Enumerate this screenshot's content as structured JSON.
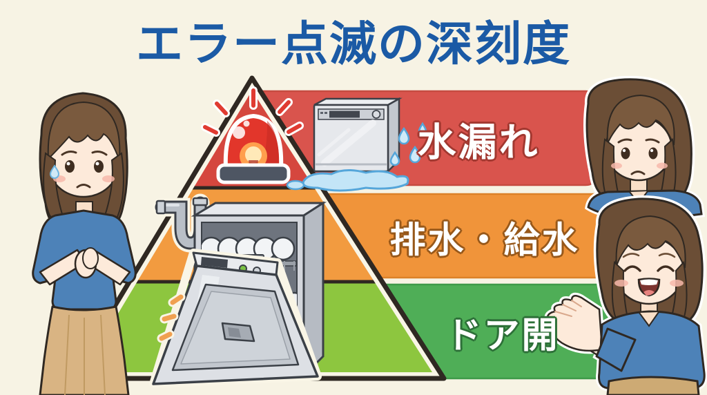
{
  "title": "エラー点滅の深刻度",
  "pyramid": {
    "levels": [
      {
        "id": "water-leak",
        "label": "水漏れ",
        "severity": "high",
        "band_color": "#d9544d",
        "pyramid_color": "#d5473e",
        "band_edge_color": "#c64b41",
        "label_outline": "#a23830"
      },
      {
        "id": "drain-supply",
        "label": "排水・給水",
        "severity": "medium",
        "band_color": "#f0943a",
        "pyramid_color": "#f29b40",
        "band_edge_color": "#dc8128",
        "label_outline": "#97581a"
      },
      {
        "id": "door-open",
        "label": "ドア開",
        "severity": "low",
        "band_color": "#4fae57",
        "pyramid_color": "#8dc63f",
        "band_edge_color": "#3f9a49",
        "label_outline": "#2d7038"
      }
    ]
  },
  "colors": {
    "background": "#f7f3e4",
    "title": "#1b5aa5",
    "outline": "#2f2822",
    "pyramid_border": "#f9f5e6",
    "alarm_red": "#e2362b",
    "water_blue": "#c3e5f7",
    "shirt_blue": "#4d82b8",
    "skirt_tan": "#d9b483",
    "hair_brown": "#6b4e36"
  },
  "illustrations": {
    "alarm": "alarm-light-icon",
    "leaking_dishwasher": "leaking-dishwasher-icon",
    "drain_pipe": "drain-pipe-icon",
    "open_dishwasher": "open-dishwasher-icon",
    "left_character": "worried-woman-left",
    "top_right_character": "worried-woman-right",
    "bottom_right_character": "happy-woman-right"
  }
}
